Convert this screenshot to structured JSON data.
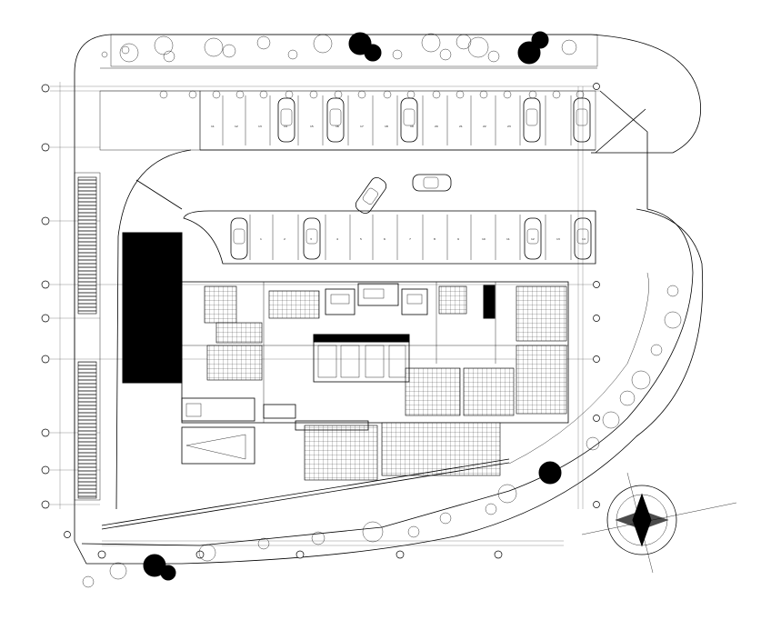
{
  "plan": {
    "label_a": "",
    "label_b": ""
  },
  "parking_upper": [
    "11",
    "12",
    "13",
    "14",
    "15",
    "16",
    "17",
    "18",
    "19",
    "20",
    "21",
    "22",
    "23"
  ],
  "parking_lower": [
    "1",
    "2",
    "3",
    "4",
    "5",
    "6",
    "7",
    "8",
    "9",
    "10",
    "11",
    "12",
    "13",
    "14"
  ],
  "colors": {
    "ink": "#000000",
    "paper": "#ffffff"
  }
}
